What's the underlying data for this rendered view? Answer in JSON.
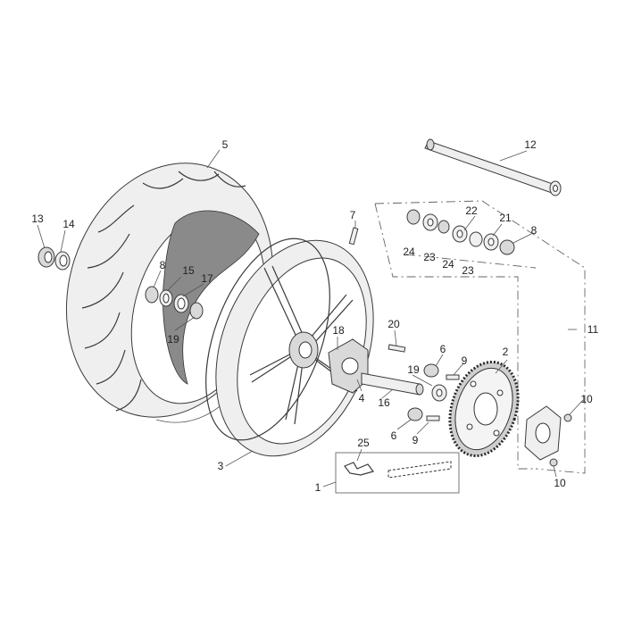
{
  "callouts": [
    {
      "id": "c1",
      "text": "1"
    },
    {
      "id": "c2",
      "text": "2"
    },
    {
      "id": "c3",
      "text": "3"
    },
    {
      "id": "c4",
      "text": "4"
    },
    {
      "id": "c5",
      "text": "5"
    },
    {
      "id": "c6a",
      "text": "6"
    },
    {
      "id": "c6b",
      "text": "6"
    },
    {
      "id": "c7",
      "text": "7"
    },
    {
      "id": "c8a",
      "text": "8"
    },
    {
      "id": "c8b",
      "text": "8"
    },
    {
      "id": "c9a",
      "text": "9"
    },
    {
      "id": "c9b",
      "text": "9"
    },
    {
      "id": "c10a",
      "text": "10"
    },
    {
      "id": "c10b",
      "text": "10"
    },
    {
      "id": "c11",
      "text": "11"
    },
    {
      "id": "c12",
      "text": "12"
    },
    {
      "id": "c13",
      "text": "13"
    },
    {
      "id": "c14",
      "text": "14"
    },
    {
      "id": "c15",
      "text": "15"
    },
    {
      "id": "c16",
      "text": "16"
    },
    {
      "id": "c17",
      "text": "17"
    },
    {
      "id": "c18",
      "text": "18"
    },
    {
      "id": "c19a",
      "text": "19"
    },
    {
      "id": "c19b",
      "text": "19"
    },
    {
      "id": "c20",
      "text": "20"
    },
    {
      "id": "c21",
      "text": "21"
    },
    {
      "id": "c22",
      "text": "22"
    },
    {
      "id": "c23a",
      "text": "23"
    },
    {
      "id": "c23b",
      "text": "23"
    },
    {
      "id": "c24a",
      "text": "24"
    },
    {
      "id": "c24b",
      "text": "24"
    },
    {
      "id": "c25",
      "text": "25"
    }
  ]
}
